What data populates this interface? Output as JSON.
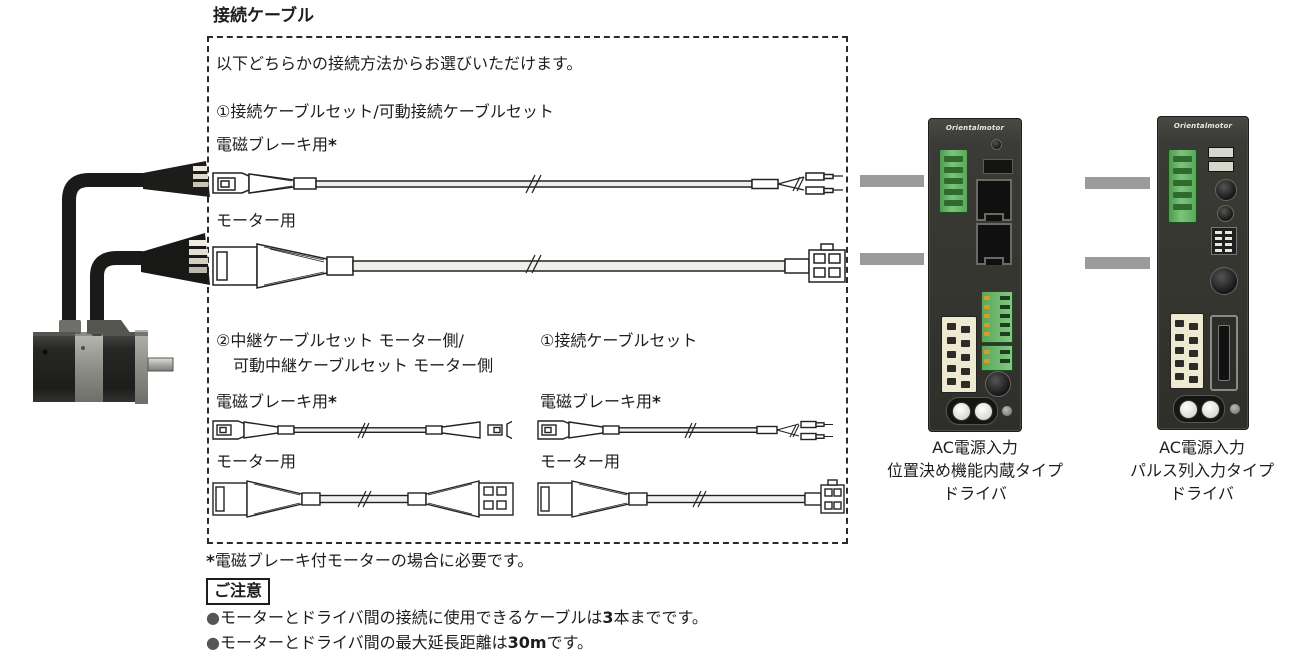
{
  "title": "接続ケーブル",
  "box": {
    "intro": "以下どちらかの接続方法からお選びいただけます。",
    "option1_title": "①接続ケーブルセット/可動接続ケーブルセット",
    "option2_line1": "②中継ケーブルセット モーター側/",
    "option2_line2": "可動中継ケーブルセット モーター側",
    "option1_short_title": "①接続ケーブルセット"
  },
  "labels": {
    "brake": "電磁ブレーキ用",
    "asterisk": "*",
    "motor": "モーター用"
  },
  "footnote": {
    "mark": "*",
    "text": "電磁ブレーキ付モーターの場合に必要です。"
  },
  "notice": {
    "title": "ご注意",
    "items": [
      {
        "bullet": "●",
        "pre": "モーターとドライバ間の接続に使用できるケーブルは",
        "bold": "3",
        "post": "本までです。"
      },
      {
        "bullet": "●",
        "pre": "モーターとドライバ間の最大延長距離は",
        "bold": "30m",
        "post": "です。"
      }
    ]
  },
  "drivers": [
    {
      "brand": "Orientalmotor",
      "caption": [
        "AC電源入力",
        "位置決め機能内蔵タイプ",
        "ドライバ"
      ]
    },
    {
      "brand": "Orientalmotor",
      "caption": [
        "AC電源入力",
        "パルス列入力タイプ",
        "ドライバ"
      ]
    }
  ],
  "colors": {
    "text": "#1d1d1b",
    "dashed_border": "#2a2a2a",
    "connection_bar": "#9b9b9b",
    "driver_body": "#35352f",
    "green_connector": "#6cb86c",
    "cream_connector": "#efe9d2",
    "cable_fill": "#f0efec"
  }
}
